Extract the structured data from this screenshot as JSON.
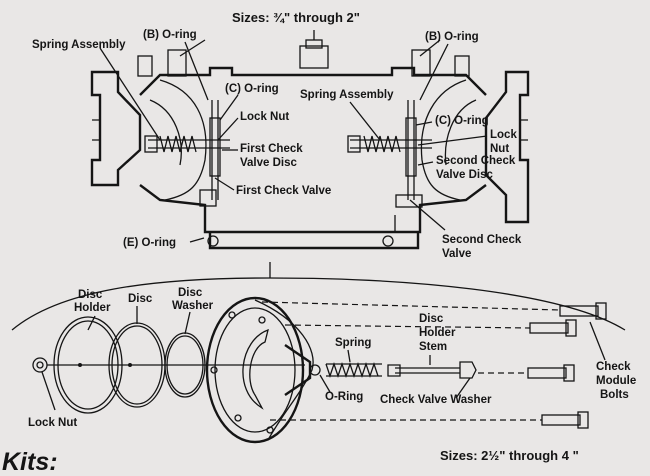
{
  "header": {
    "sizes_top": "Sizes: ¾\" through 2\"",
    "sizes_bottom": "Sizes: 2½\" through 4 \"",
    "kits": "Kits:"
  },
  "top_labels": {
    "spring_assembly_left": "Spring Assembly",
    "b_oring_left": "(B) O-ring",
    "b_oring_right": "(B) O-ring",
    "c_oring_left": "(C) O-ring",
    "lock_nut_left": "Lock Nut",
    "first_check_disc_1": "First Check",
    "first_check_disc_2": "Valve Disc",
    "first_check_valve": "First Check Valve",
    "spring_assembly_right": "Spring Assembly",
    "c_oring_right": "(C) O-ring",
    "lock_nut_right_1": "Lock",
    "lock_nut_right_2": "Nut",
    "second_check_disc_1": "Second Check",
    "second_check_disc_2": "Valve Disc",
    "second_check_valve_1": "Second Check",
    "second_check_valve_2": "Valve",
    "e_oring": "(E) O-ring"
  },
  "bottom_labels": {
    "disc_holder_1": "Disc",
    "disc_holder_2": "Holder",
    "disc": "Disc",
    "disc_washer_1": "Disc",
    "disc_washer_2": "Washer",
    "lock_nut": "Lock Nut",
    "spring": "Spring",
    "o_ring": "O-Ring",
    "disc_holder_stem_1": "Disc",
    "disc_holder_stem_2": "Holder",
    "disc_holder_stem_3": "Stem",
    "check_valve_washer": "Check Valve Washer",
    "check_module_bolts_1": "Check",
    "check_module_bolts_2": "Module",
    "check_module_bolts_3": "Bolts"
  }
}
